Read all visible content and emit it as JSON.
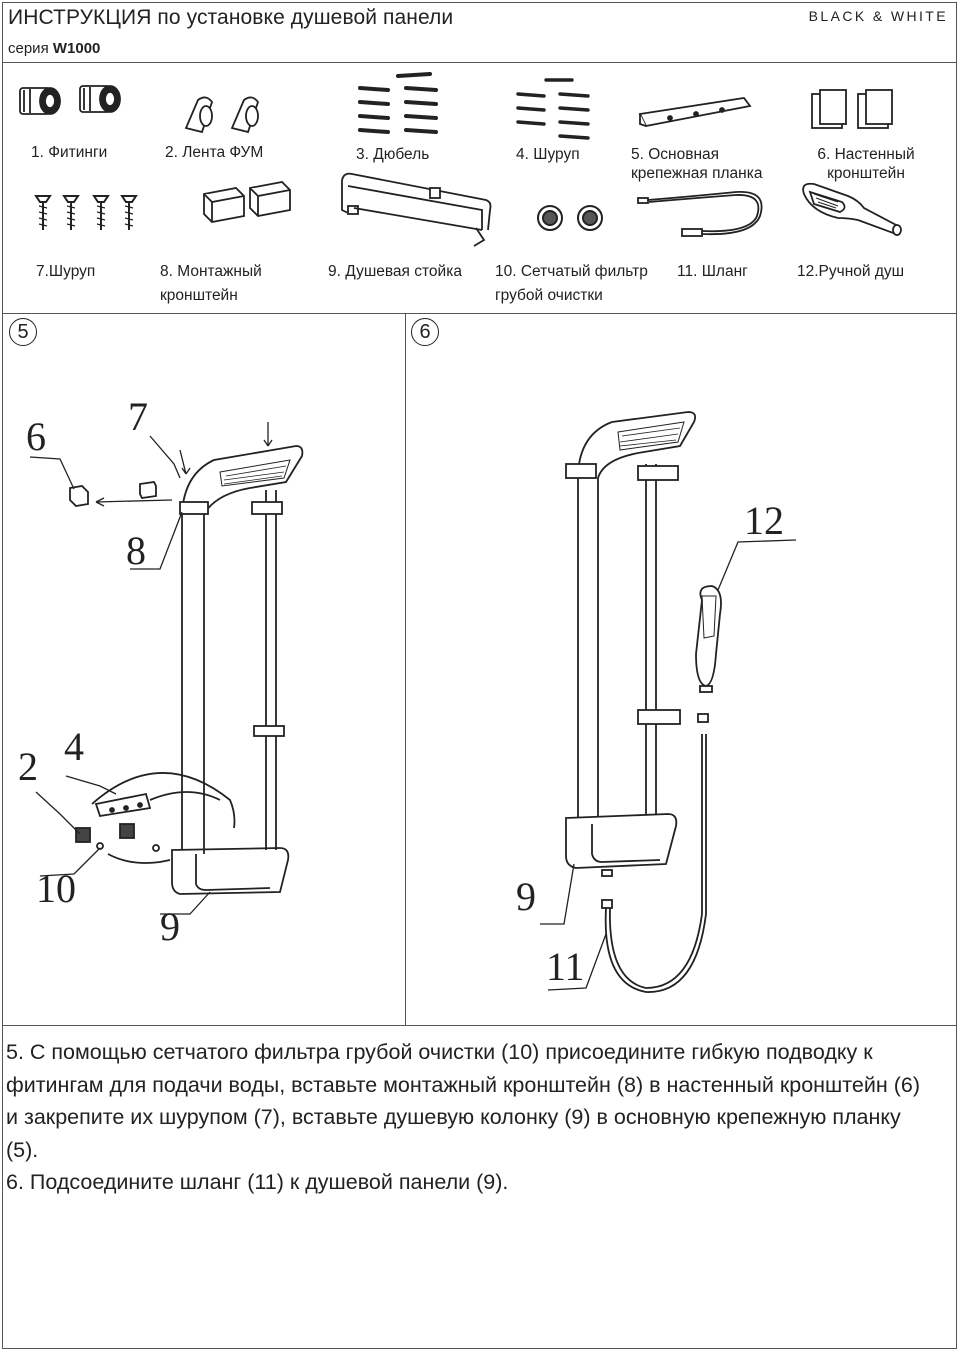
{
  "header": {
    "title": "ИНСТРУКЦИЯ по установке душевой панели",
    "series_prefix": "серия",
    "series_model": "W1000",
    "brand": "BLACK & WHITE"
  },
  "parts": [
    {
      "label": "1. Фитинги",
      "icon": "fittings-icon"
    },
    {
      "label": "2. Лента ФУМ",
      "icon": "fum-tape-icon"
    },
    {
      "label": "3. Дюбель",
      "icon": "dowels-icon"
    },
    {
      "label": "4. Шуруп",
      "icon": "screws-icon"
    },
    {
      "label_line1": "5. Основная",
      "label_line2": "крепежная планка",
      "icon": "mounting-plate-icon"
    },
    {
      "label_line1": "6. Настенный",
      "label_line2": "кронштейн",
      "icon": "wall-bracket-icon"
    },
    {
      "label": "7.Шуруп",
      "icon": "screws-small-icon"
    },
    {
      "label_line1": "8. Монтажный",
      "label_line2": "кронштейн",
      "icon": "mounting-bracket-icon"
    },
    {
      "label": "9. Душевая стойка",
      "icon": "shower-column-icon"
    },
    {
      "label_line1": "10. Сетчатый фильтр",
      "label_line2": "грубой очистки",
      "icon": "mesh-filter-icon"
    },
    {
      "label": "11. Шланг",
      "icon": "hose-icon"
    },
    {
      "label": "12.Ручной душ",
      "icon": "hand-shower-icon"
    }
  ],
  "steps": {
    "step5": {
      "number": "5",
      "callouts": {
        "c6": "6",
        "c7": "7",
        "c8": "8",
        "c4": "4",
        "c2": "2",
        "c10": "10",
        "c9": "9"
      }
    },
    "step6": {
      "number": "6",
      "callouts": {
        "c12": "12",
        "c9": "9",
        "c11": "11"
      }
    }
  },
  "instructions": {
    "para1": "5. С помощью сетчатого фильтра грубой очистки (10) присоедините гибкую подводку к фитингам для подачи воды, вставьте монтажный кронштейн (8) в настенный кронштейн (6) и закрепите их шурупом (7), вставьте душевую колонку (9) в основную крепежную планку (5).",
    "para2": "6. Подсоедините шланг (11) к душевой панели (9)."
  }
}
